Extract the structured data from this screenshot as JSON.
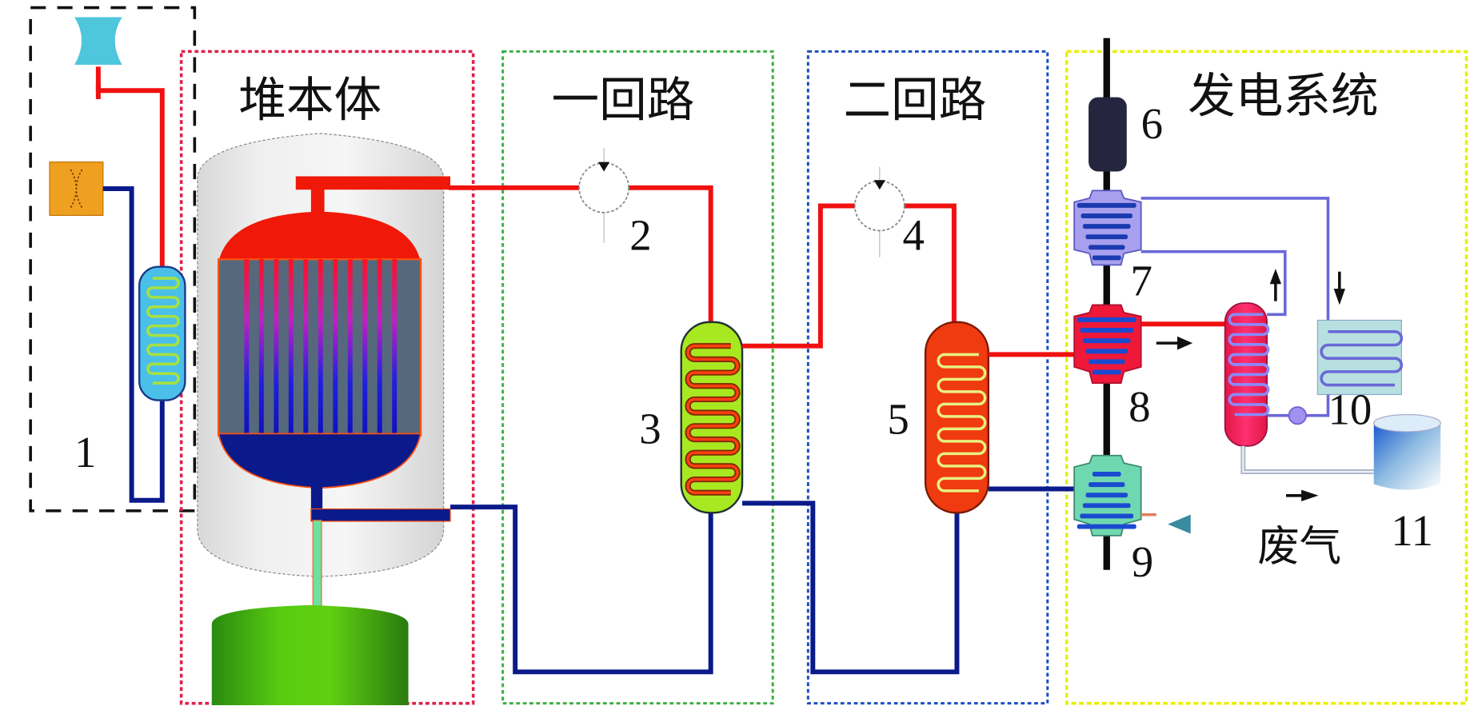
{
  "sections": {
    "reactor_body": "堆本体",
    "primary_loop": "一回路",
    "secondary_loop": "二回路",
    "power_system": "发电系统"
  },
  "component_numbers": [
    "1",
    "2",
    "3",
    "4",
    "5",
    "6",
    "7",
    "8",
    "9",
    "10",
    "11"
  ],
  "exhaust_label": "废气",
  "colors": {
    "hot_pipe": "#f01010",
    "cold_pipe": "#0a1a8a",
    "box_cooling": "#111111",
    "box_reactor": "#e0204a",
    "box_primary": "#3cb043",
    "box_secondary": "#1a4fc0",
    "box_power": "#e8f000",
    "shaft": "#0a0a0a"
  }
}
